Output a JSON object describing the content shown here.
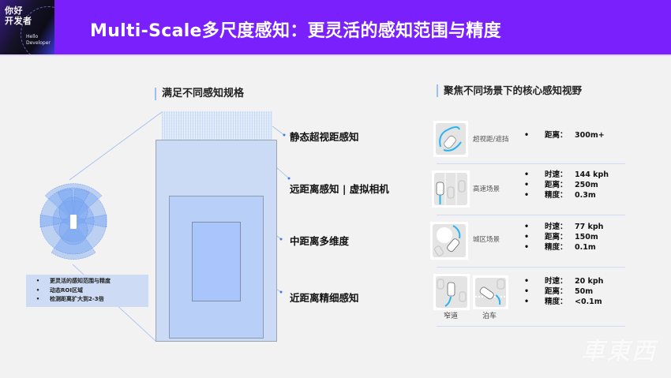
{
  "header": {
    "logo": {
      "cn_line1": "你好",
      "cn_line2": "开发者",
      "en_line1": "Hello",
      "en_line2": "Developer"
    },
    "title": "Multi-Scale多尺度感知：更灵活的感知范围与精度",
    "color": "#7a20fd"
  },
  "left": {
    "heading": "满足不同感知规格",
    "fan_icon": "sensor-coverage-fan-icon",
    "bullets": [
      "更灵活的感知范围与精度",
      "动态ROI区域",
      "检测距离扩大到2-3倍"
    ],
    "bullet_glyph": "•"
  },
  "diagram": {
    "labels": [
      {
        "text": "静态超视距感知"
      },
      {
        "text": "远距离感知 | 虚拟相机"
      },
      {
        "text": "中距离多维度"
      },
      {
        "text": "近距离精细感知"
      }
    ],
    "colors": {
      "outer": "#cbdaf5",
      "mid": "#b8cff8",
      "inner": "#a9c5fb",
      "leader": "#7aa6ee"
    }
  },
  "right": {
    "heading": "聚焦不同场景下的核心感知视野",
    "bullet_glyph": "•",
    "scenarios": [
      {
        "name": "超视距/遮挡",
        "specs": [
          {
            "key": "距离：",
            "value": "300m+"
          }
        ]
      },
      {
        "name": "高速场景",
        "specs": [
          {
            "key": "时速：",
            "value": "144 kph"
          },
          {
            "key": "距离：",
            "value": "250m"
          },
          {
            "key": "精度：",
            "value": "0.3m"
          }
        ]
      },
      {
        "name": "城区场景",
        "specs": [
          {
            "key": "时速：",
            "value": "77 kph"
          },
          {
            "key": "距离：",
            "value": "150m"
          },
          {
            "key": "精度：",
            "value": "0.1m"
          }
        ]
      },
      {
        "captions": [
          "窄道",
          "泊车"
        ],
        "specs": [
          {
            "key": "时速：",
            "value": "20 kph"
          },
          {
            "key": "距离：",
            "value": "50m"
          },
          {
            "key": "精度：",
            "value": "<0.1m"
          }
        ]
      }
    ]
  },
  "watermark": "車東西"
}
